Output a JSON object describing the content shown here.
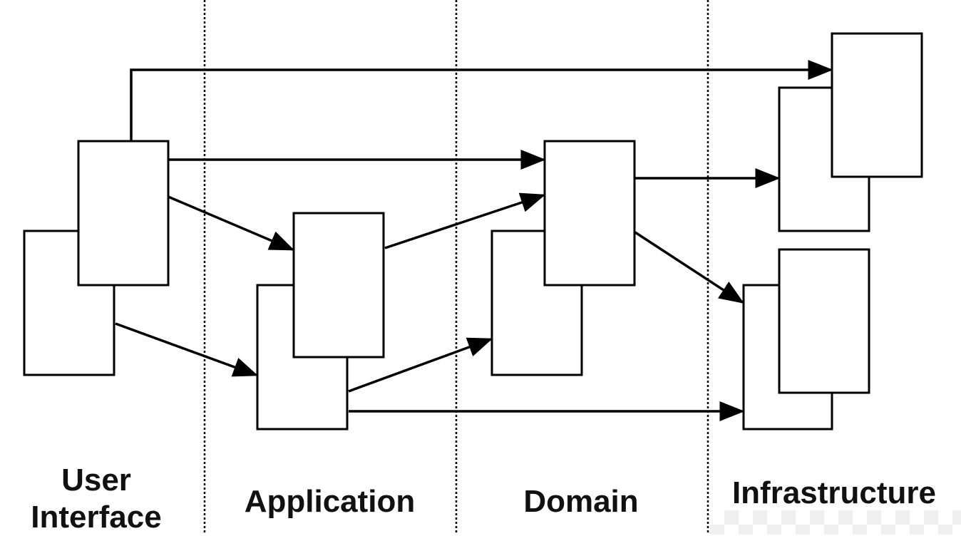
{
  "layers": [
    {
      "id": "ui",
      "label": "User\nInterface"
    },
    {
      "id": "app",
      "label": "Application"
    },
    {
      "id": "domain",
      "label": "Domain"
    },
    {
      "id": "infra",
      "label": "Infrastructure"
    }
  ]
}
